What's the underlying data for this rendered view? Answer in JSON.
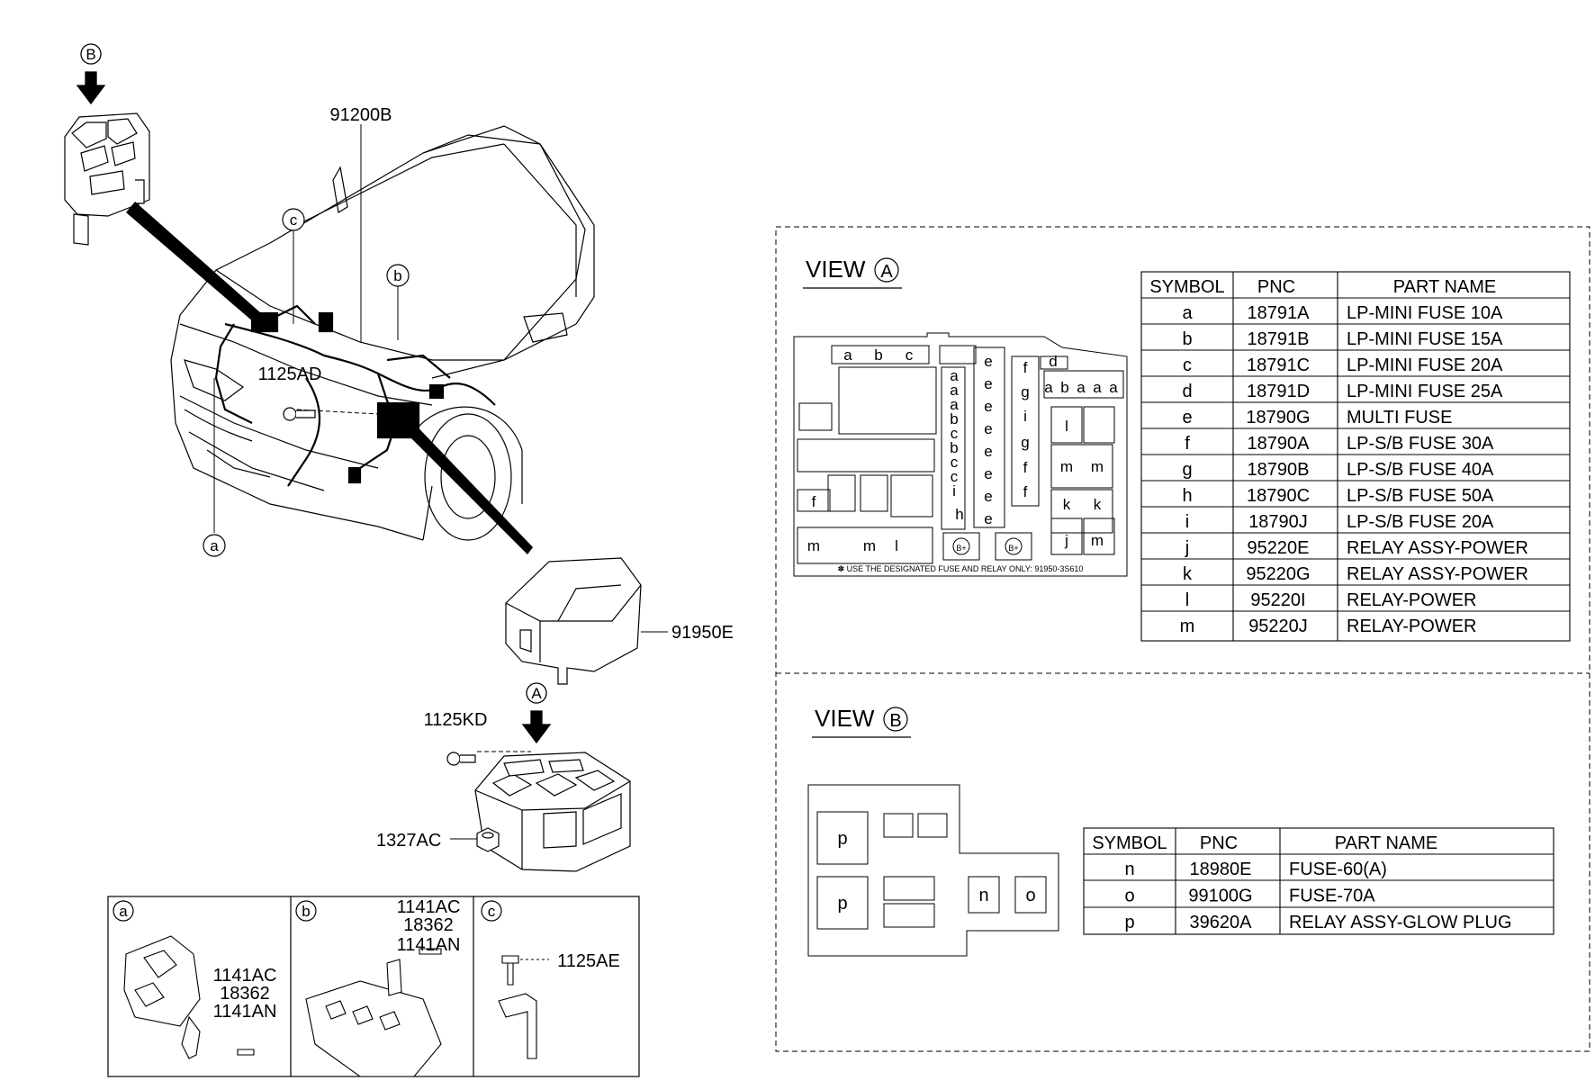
{
  "labels": {
    "p91200B": "91200B",
    "p1125AD": "1125AD",
    "p91950E": "91950E",
    "p1125KD": "1125KD",
    "p1327AC": "1327AC",
    "ref_a": "a",
    "ref_b": "b",
    "ref_c": "c",
    "view_a_letter": "A",
    "view_b_letter": "B"
  },
  "detail_panels": {
    "a": {
      "letter": "a",
      "parts": [
        "1141AC",
        "18362",
        "1141AN"
      ]
    },
    "b": {
      "letter": "b",
      "parts": [
        "1141AC",
        "18362",
        "1141AN"
      ]
    },
    "c": {
      "letter": "c",
      "parts": [
        "1125AE"
      ]
    }
  },
  "view_a": {
    "title": "VIEW",
    "letter": "A",
    "note": "✽ USE THE DESIGNATED FUSE AND RELAY ONLY: 91950-3S610",
    "headers": [
      "SYMBOL",
      "PNC",
      "PART NAME"
    ],
    "rows": [
      [
        "a",
        "18791A",
        "LP-MINI FUSE 10A"
      ],
      [
        "b",
        "18791B",
        "LP-MINI FUSE 15A"
      ],
      [
        "c",
        "18791C",
        "LP-MINI FUSE 20A"
      ],
      [
        "d",
        "18791D",
        "LP-MINI FUSE 25A"
      ],
      [
        "e",
        "18790G",
        "MULTI FUSE"
      ],
      [
        "f",
        "18790A",
        "LP-S/B FUSE 30A"
      ],
      [
        "g",
        "18790B",
        "LP-S/B FUSE 40A"
      ],
      [
        "h",
        "18790C",
        "LP-S/B FUSE 50A"
      ],
      [
        "i",
        "18790J",
        "LP-S/B FUSE 20A"
      ],
      [
        "j",
        "95220E",
        "RELAY ASSY-POWER"
      ],
      [
        "k",
        "95220G",
        "RELAY ASSY-POWER"
      ],
      [
        "l",
        "95220I",
        "RELAY-POWER"
      ],
      [
        "m",
        "95220J",
        "RELAY-POWER"
      ]
    ]
  },
  "view_b": {
    "title": "VIEW",
    "letter": "B",
    "headers": [
      "SYMBOL",
      "PNC",
      "PART NAME"
    ],
    "rows": [
      [
        "n",
        "18980E",
        "FUSE-60(A)"
      ],
      [
        "o",
        "99100G",
        "FUSE-70A"
      ],
      [
        "p",
        "39620A",
        "RELAY ASSY-GLOW PLUG"
      ]
    ]
  }
}
